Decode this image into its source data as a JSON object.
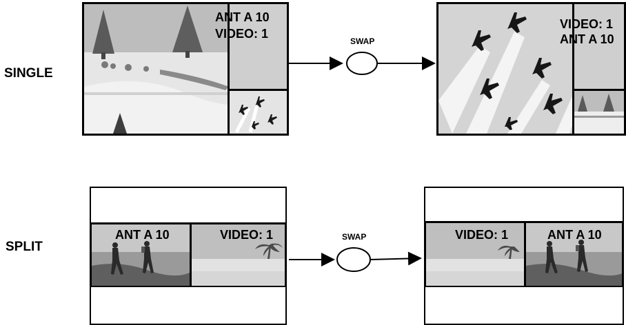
{
  "rows": {
    "single": {
      "label": "SINGLE"
    },
    "split": {
      "label": "SPLIT"
    }
  },
  "swap": {
    "label": "SWAP"
  },
  "overlays": {
    "ant": "ANT A 10",
    "ant_split": "ANT  A 10",
    "video": "VIDEO: 1"
  },
  "colors": {
    "line": "#000000",
    "pip_gray": "#cfcfcf",
    "sky": "#d9d9d9"
  },
  "icons": [
    "airplane-icon",
    "tree-icon",
    "arrow-icon"
  ]
}
